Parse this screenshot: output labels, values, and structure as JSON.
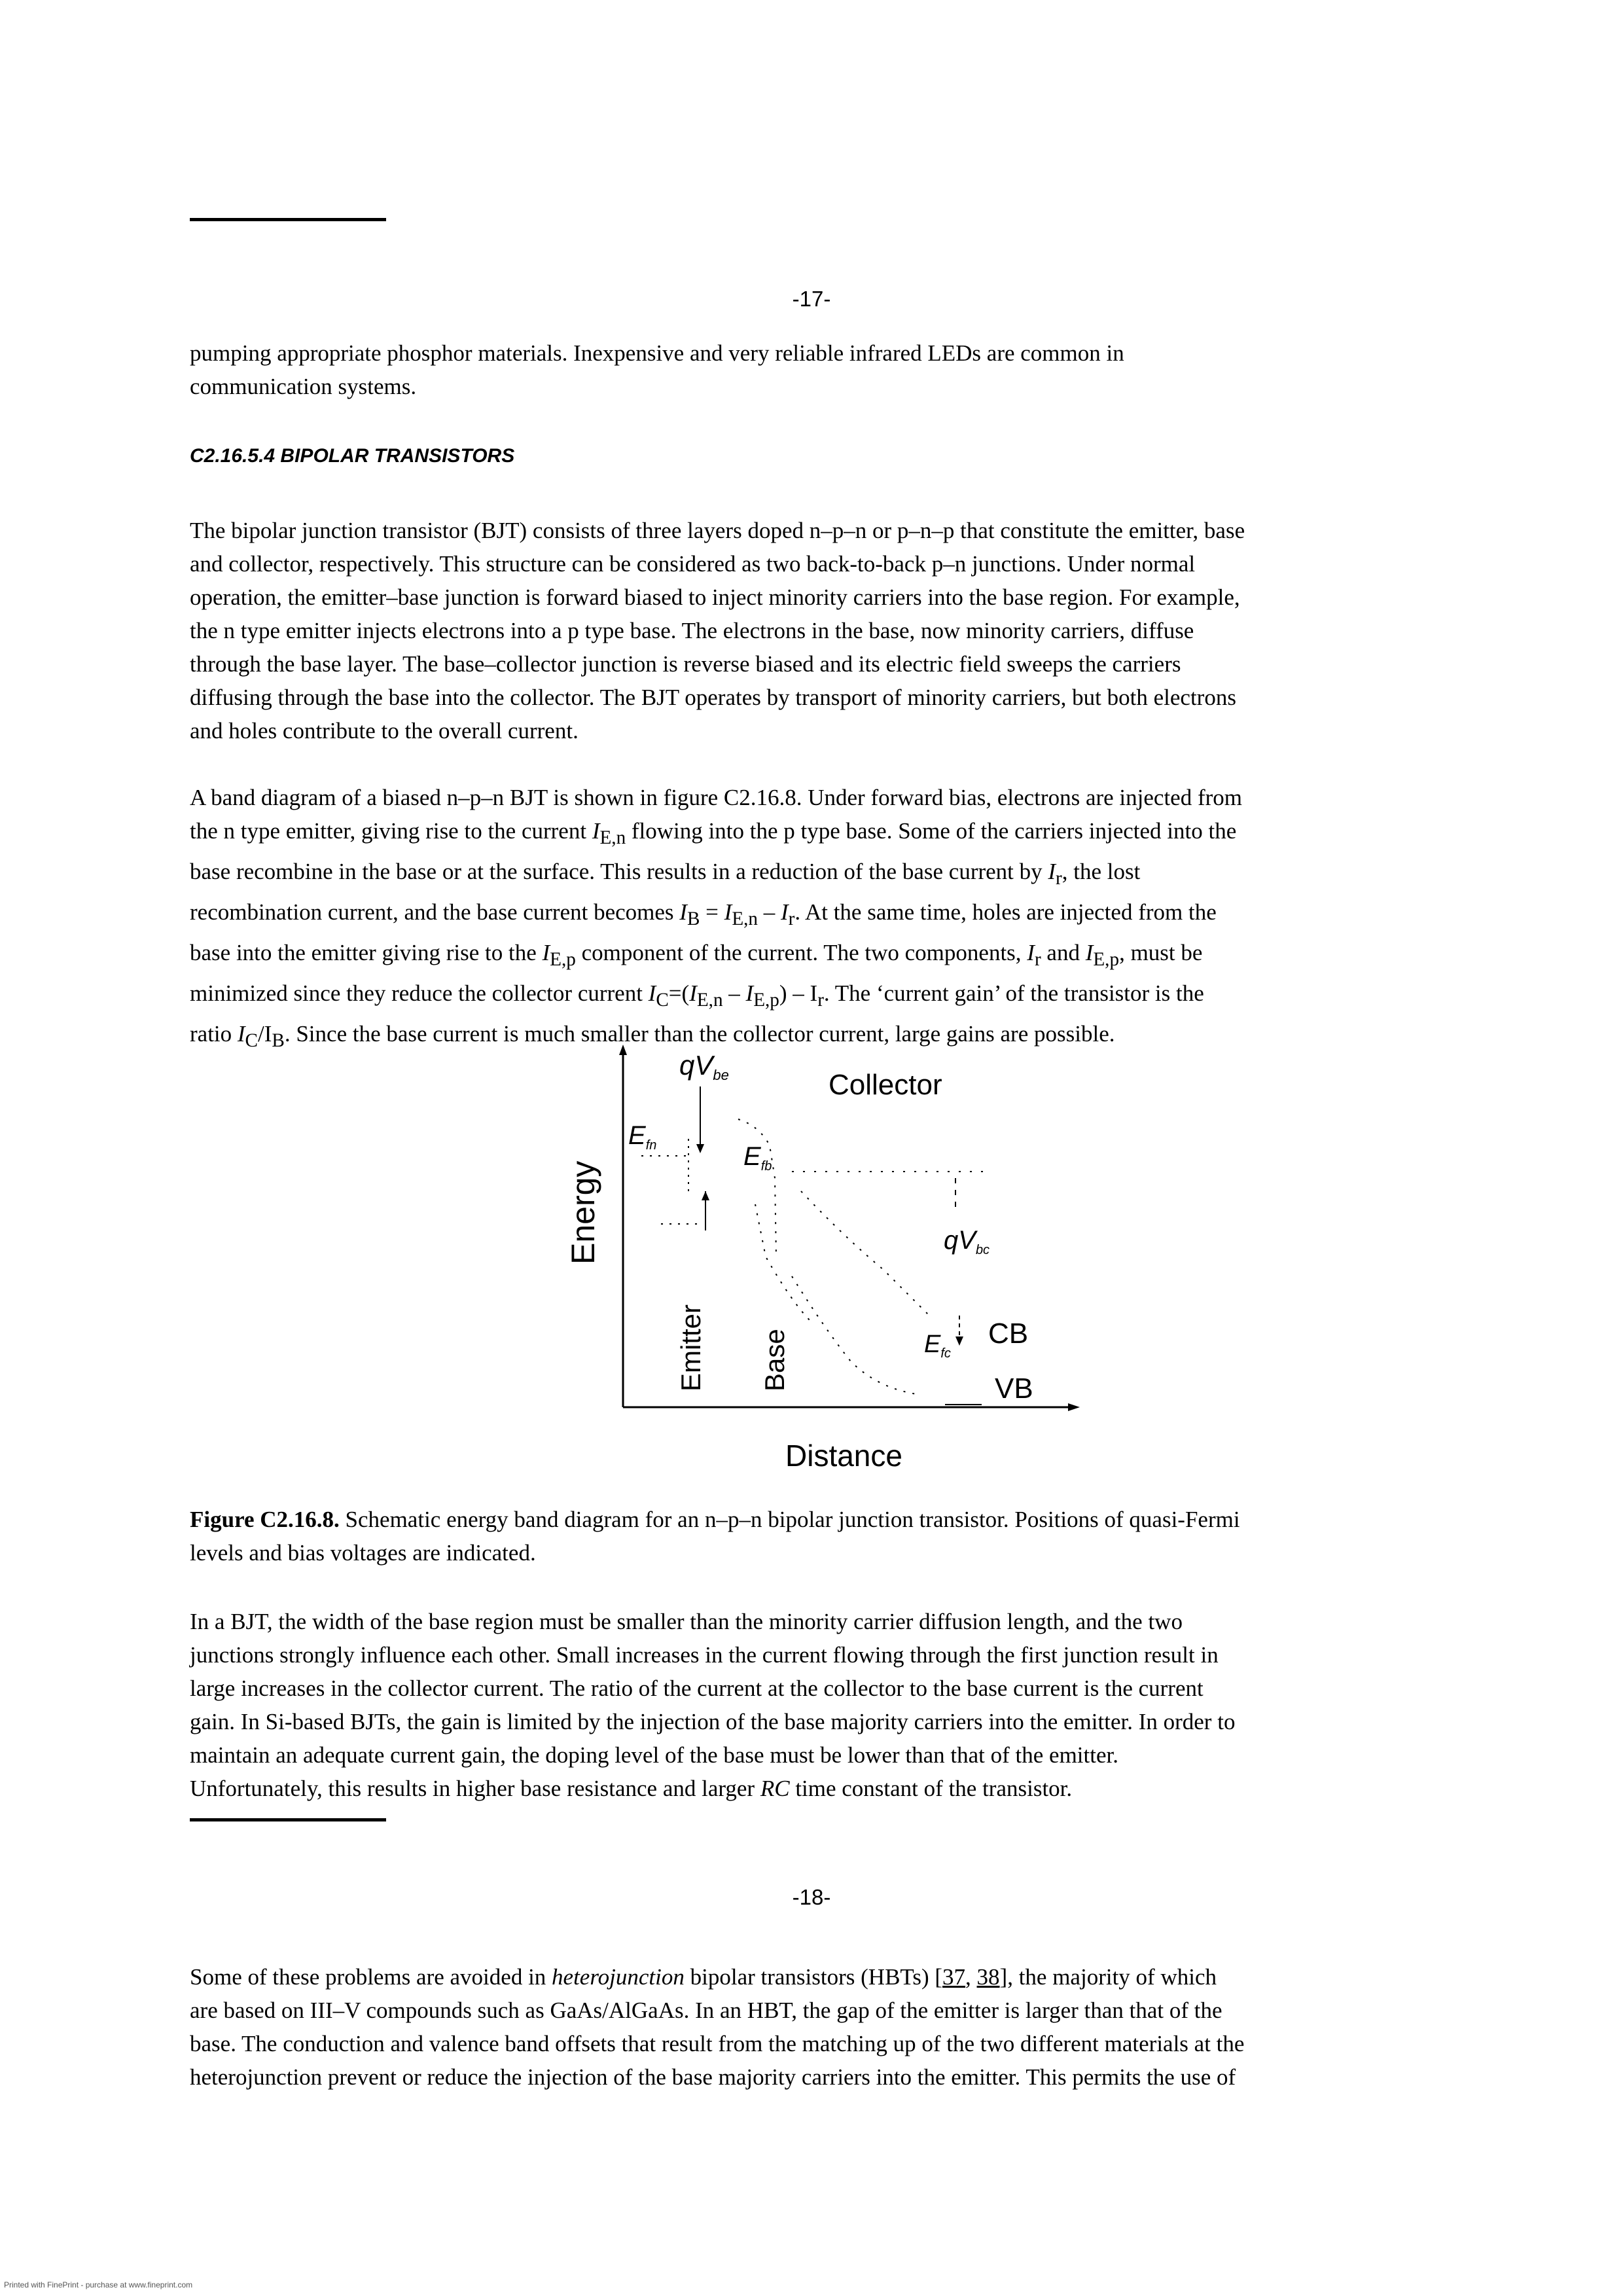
{
  "page_numbers": {
    "first": "-17-",
    "second": "-18-"
  },
  "section_heading": "C2.16.5.4 BIPOLAR TRANSISTORS",
  "para_top": [
    "pumping appropriate phosphor materials. Inexpensive and very reliable infrared LEDs are common in",
    "communication systems."
  ],
  "para_bjt": [
    "The bipolar junction transistor (BJT) consists of three layers doped n–p–n or p–n–p that constitute the emitter, base",
    "and collector, respectively. This structure can be considered as two back-to-back p–n junctions. Under normal",
    "operation, the emitter–base junction is forward biased to inject minority carriers into the base region. For example,",
    "the n type emitter injects electrons into a p type base. The electrons in the base, now minority carriers, diffuse",
    "through the base layer. The base–collector junction is reverse biased and its electric field sweeps the carriers",
    "diffusing through the base into the collector. The BJT operates by transport of minority carriers, but both electrons",
    "and holes contribute to the overall current."
  ],
  "para_band": {
    "l1": "A band diagram of a biased n–p–n BJT is shown in figure C2.16.8. Under forward bias, electrons are injected from",
    "l2a": "the n type emitter, giving rise to the current ",
    "l2b": " flowing into the p type base. Some of the carriers injected into the",
    "l3": "base recombine in the base or at the surface. This results in a reduction of the base current by ",
    "l3b": ", the lost",
    "l4a": "recombination current, and the base current becomes ",
    "l4b": ". At the same time, holes are injected from the",
    "l5a": "base into the emitter giving rise to the ",
    "l5b": " component of the current. The two components, ",
    "l5c": " and ",
    "l5d": ", must be",
    "l6a": "minimized since they reduce the collector current ",
    "l6b": ". The ‘current gain’ of the transistor is the",
    "l7a": "ratio ",
    "l7b": ". Since the base current is much smaller than the collector current, large gains are possible.",
    "sym_IEn": "I",
    "sym_En_sub": "E,n",
    "sym_Ir": "I",
    "sym_r_sub": "r",
    "sym_IB_eq": "I",
    "sym_B_sub": "B",
    "eq_mid": " = ",
    "minus": " – ",
    "sym_IEp": "I",
    "sym_Ep_sub": "E,p",
    "sym_IC": "I",
    "sym_C_sub": "C",
    "ic_expr_open": "=(",
    "ic_expr_close": ") – I",
    "ratio_sep": "/I",
    "ratio_B": "B"
  },
  "figure": {
    "labels": {
      "qvbe": "qV",
      "collector": "Collector",
      "energy": "Energy",
      "efn": "E",
      "ef_b": "E",
      "qvbc": "qV",
      "emitter": "Emitter",
      "base": "Base",
      "ef_c": "E",
      "cb": "CB",
      "vb": "VB",
      "distance": "Distance"
    }
  },
  "caption": {
    "label": "Figure C2.16.8.",
    "line1": " Schematic energy band diagram for an n–p–n bipolar junction transistor. Positions of quasi-Fermi",
    "line2": "levels and bias voltages are indicated."
  },
  "para_width": [
    "In a BJT, the width of the base region must be smaller than the minority carrier diffusion length, and the two",
    "junctions strongly influence each other. Small increases in the current flowing through the first junction result in",
    "large increases in the collector current. The ratio of the current at the collector to the base current is the current",
    "gain. In Si-based BJTs, the gain is limited by the injection of the base majority carriers into the emitter. In order to",
    "maintain an adequate current gain, the doping level of the base must be lower than that of the emitter.",
    "Unfortunately, this results in higher base resistance and larger ",
    "RC",
    " time constant of the transistor."
  ],
  "para_hbt": {
    "l1a": "Some of these problems are avoided in ",
    "l1b": "heterojunction",
    "l1c": " bipolar transistors (HBTs) [",
    "ref1": "37",
    "ref_sep": ", ",
    "ref2": "38",
    "l1d": "], the majority of which",
    "l2": "are based on III–V compounds such as GaAs/AlGaAs. In an HBT, the gap of the emitter is larger than that of the",
    "l3": "base. The conduction and valence band offsets that result from the matching up of the two different materials at the",
    "l4": "heterojunction prevent or reduce the injection of the base majority carriers into the emitter. This permits the use of"
  },
  "footer": "Printed with FinePrint - purchase at www.fineprint.com"
}
